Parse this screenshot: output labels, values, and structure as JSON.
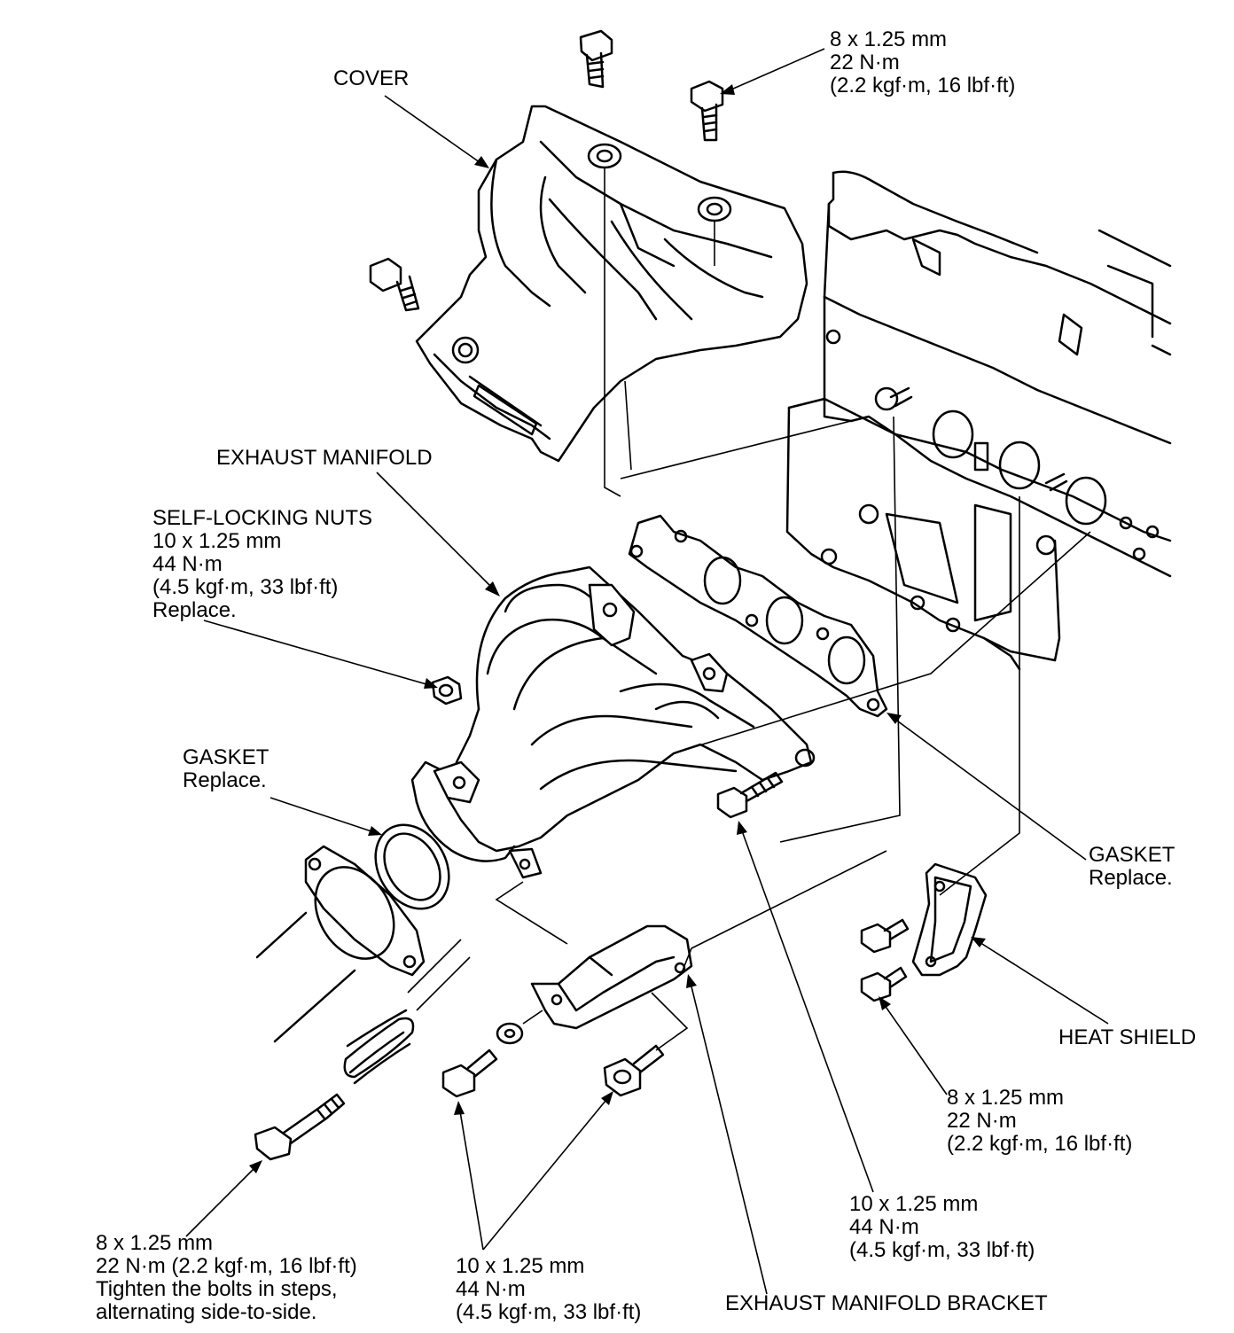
{
  "labels": {
    "cover": "COVER",
    "top_bolt_spec": [
      "8 x 1.25 mm",
      "22 N·m",
      "(2.2 kgf·m, 16 lbf·ft)"
    ],
    "exhaust_manifold": "EXHAUST MANIFOLD",
    "self_locking_nuts": [
      "SELF-LOCKING NUTS",
      "10 x 1.25 mm",
      "44 N·m",
      "(4.5 kgf·m, 33 lbf·ft)",
      "Replace."
    ],
    "gasket_left": [
      "GASKET",
      "Replace."
    ],
    "gasket_right": [
      "GASKET",
      "Replace."
    ],
    "heat_shield": "HEAT SHIELD",
    "heat_shield_bolt_spec": [
      "8 x 1.25 mm",
      "22 N·m",
      "(2.2 kgf·m, 16 lbf·ft)"
    ],
    "manifold_bolt_spec": [
      "10 x 1.25 mm",
      "44 N·m",
      "(4.5 kgf·m, 33 lbf·ft)"
    ],
    "spring_bolt_spec": [
      "8 x 1.25 mm",
      "22 N·m (2.2 kgf·m, 16 lbf·ft)",
      "Tighten the bolts in steps,",
      "alternating side-to-side."
    ],
    "bracket_bolt_spec": [
      "10 x 1.25 mm",
      "44 N·m",
      "(4.5 kgf·m, 33 lbf·ft)"
    ],
    "exhaust_manifold_bracket": "EXHAUST MANIFOLD BRACKET"
  }
}
